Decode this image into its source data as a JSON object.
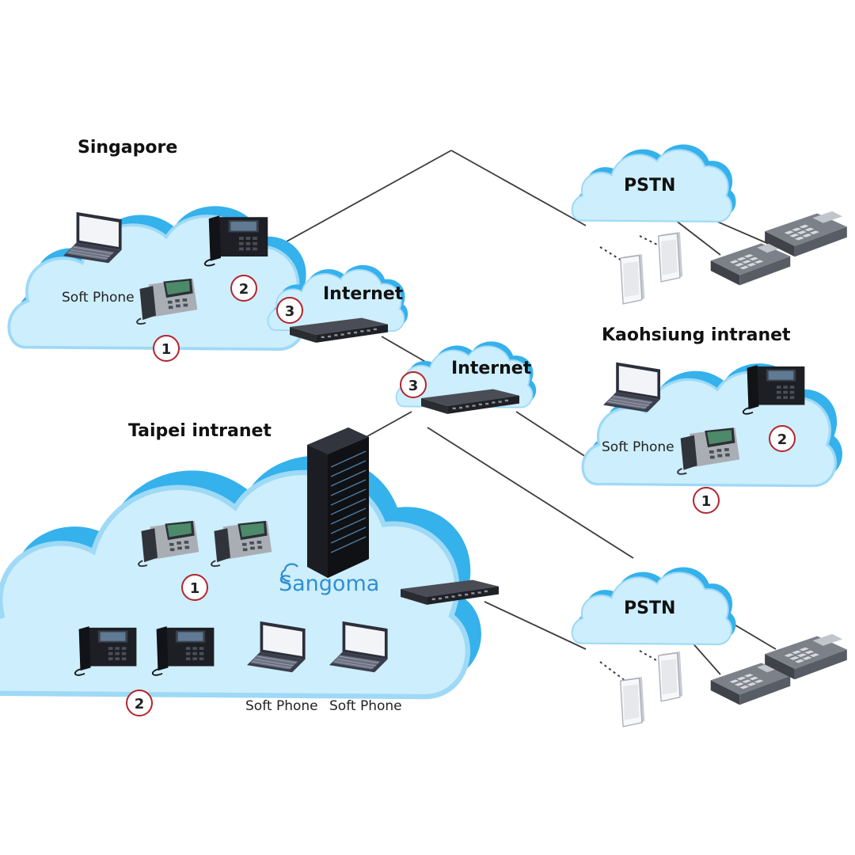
{
  "regions": {
    "singapore": {
      "title": "Singapore",
      "softphone": "Soft Phone",
      "badges": [
        "1",
        "2"
      ]
    },
    "internet_a": {
      "title": "Internet",
      "badge": "3"
    },
    "internet_b": {
      "title": "Internet",
      "badge": "3"
    },
    "kaohsiung": {
      "title": "Kaohsiung intranet",
      "softphone": "Soft Phone",
      "badges": [
        "1",
        "2"
      ]
    },
    "taipei": {
      "title": "Taipei intranet",
      "softphones": [
        "Soft Phone",
        "Soft Phone"
      ],
      "badges": [
        "1",
        "2"
      ]
    },
    "pstn_top": {
      "title": "PSTN"
    },
    "pstn_bottom": {
      "title": "PSTN"
    }
  },
  "brand": {
    "name": "Sangoma"
  },
  "colors": {
    "cloud_fill": "#cdeefc",
    "cloud_edge": "#5cc4f2",
    "cloud_edge_dark": "#35b1ec",
    "line": "#3b3b3b",
    "badge_ring": "#b3242c",
    "brand": "#2f8fd2"
  },
  "icons": [
    "laptop-icon",
    "desk-phone-icon",
    "ip-phone-icon",
    "rack-server-icon",
    "gateway-icon",
    "mobile-phone-icon",
    "landline-phone-icon"
  ]
}
